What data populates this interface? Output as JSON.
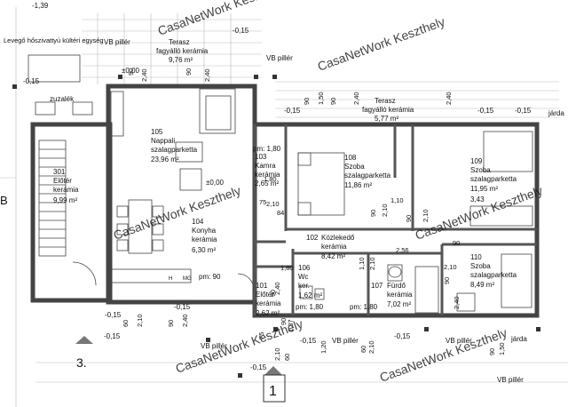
{
  "levels": {
    "top_left": "-1,39",
    "entrance": "-0,15",
    "zero": "±0,00"
  },
  "labels": {
    "air_pump": "Levegő hőszivattyú kültéri egység",
    "vb_piller": "VB pillér",
    "zuzalek": "zuzalék",
    "jarda": "járda",
    "entrance_3": "3.",
    "entrance_1": "1",
    "pm_180": "pm: 1,80",
    "pm_90": "pm: 90",
    "h": "H",
    "mg": "MG",
    "b_letter": "B",
    "jarda_top": "járda"
  },
  "rooms": [
    {
      "num": "105",
      "name": "Nappali",
      "floor": "szalagparketta",
      "area": "23,96 m²"
    },
    {
      "num": "301",
      "name": "Előtér",
      "floor": "kerámia",
      "area": "9,99 m²"
    },
    {
      "num": "104",
      "name": "Konyha",
      "floor": "kerámia",
      "area": "6,30 m²"
    },
    {
      "num": "103",
      "name": "Kamra",
      "floor": "kerámia",
      "area": "2,65 m²"
    },
    {
      "num": "108",
      "name": "Szoba",
      "floor": "szalagparketta",
      "area": "11,86 m²"
    },
    {
      "num": "109",
      "name": "Szoba",
      "floor": "szalagparketta",
      "area": "11,95 m²",
      "extra": "3,43"
    },
    {
      "num": "102",
      "name": "Közlekedő",
      "floor": "kerámia",
      "area": "8,42 m²"
    },
    {
      "num": "110",
      "name": "Szoba",
      "floor": "szalagparketta",
      "area": "8,49 m²"
    },
    {
      "num": "101",
      "name": "Előtér",
      "floor": "kerámia",
      "area": "2,62 m²"
    },
    {
      "num": "106",
      "name": "Wc",
      "floor": "ker.",
      "area": "1,62 m²"
    },
    {
      "num": "107",
      "name": "Fürdő",
      "floor": "kerámia",
      "area": "7,02 m²"
    }
  ],
  "terraces": [
    {
      "name": "Terasz",
      "floor": "fagyálló kerámia",
      "area": "9,76 m²"
    },
    {
      "name": "Terasz",
      "floor": "fagyálló kerámia",
      "area": "5,77 m²"
    }
  ],
  "dims": [
    "90",
    "2,40",
    "90",
    "2,40",
    "90",
    "1,50",
    "90",
    "2,40",
    "2,40",
    "1,80",
    "75",
    "2,10",
    "84",
    "1,10",
    "90",
    "2,10",
    "90",
    "2,10",
    "2,56",
    "90",
    "2,10",
    "90",
    "2,40",
    "1,10",
    "2,10",
    "90",
    "2,40",
    "90",
    "1,80",
    "1,37",
    "75",
    "2,10",
    "60",
    "60",
    "1,20",
    "2,10",
    "60",
    "2,10",
    "90",
    "2,40",
    "90",
    "1,50"
  ],
  "watermark": "CasaNetWork Keszthely"
}
